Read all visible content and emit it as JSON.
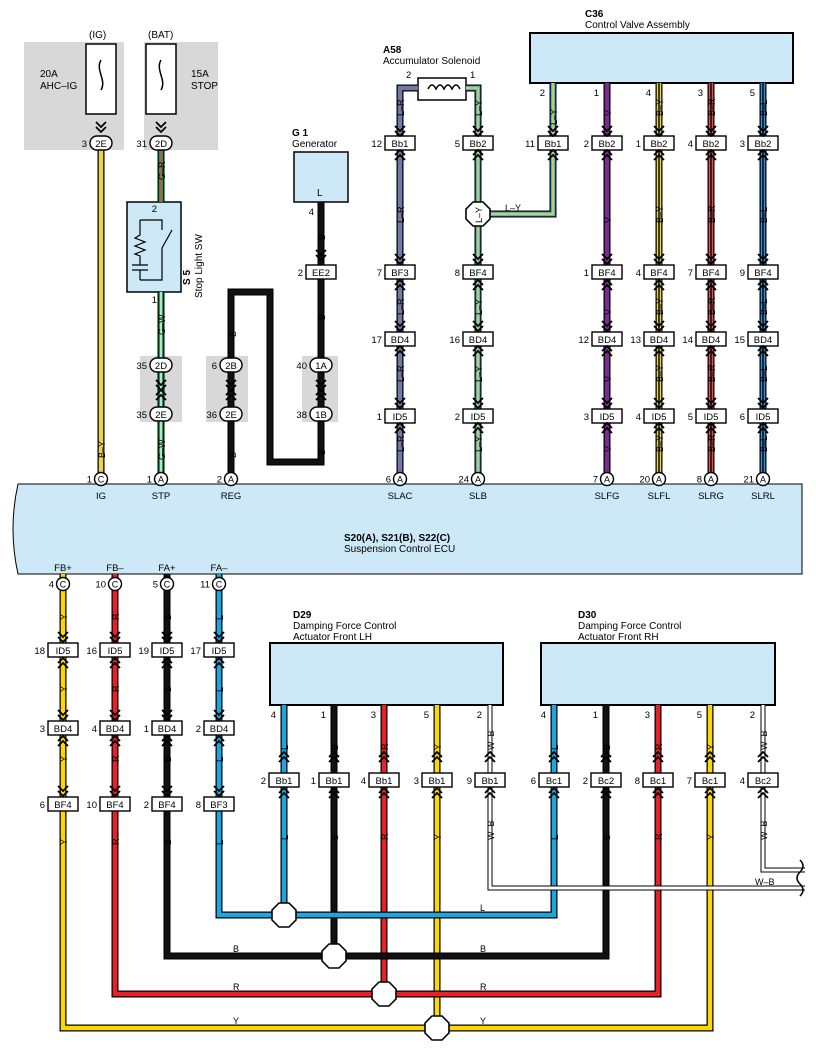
{
  "fuses": [
    {
      "id": "fuse-ig",
      "supply": "(IG)",
      "rating": "20A",
      "name": "AHC–IG",
      "pin": "3",
      "conn": "2E",
      "wire": "B–Y"
    },
    {
      "id": "fuse-bat",
      "supply": "(BAT)",
      "rating": "15A",
      "name": "STOP",
      "pin": "31",
      "conn": "2D",
      "wire": "G–R"
    }
  ],
  "components": {
    "c36": {
      "code": "C36",
      "name": "Control Valve Assembly"
    },
    "a58": {
      "code": "A58",
      "name": "Accumulator Solenoid"
    },
    "g1": {
      "code": "G 1",
      "name": "Generator",
      "terminal": "L"
    },
    "s5": {
      "code": "S 5",
      "name": "Stop Light SW"
    },
    "ecu": {
      "code": "S20(A), S21(B), S22(C)",
      "name": "Suspension Control ECU"
    },
    "d29": {
      "code": "D29",
      "name1": "Damping Force Control",
      "name2": "Actuator Front LH"
    },
    "d30": {
      "code": "D30",
      "name1": "Damping Force Control",
      "name2": "Actuator Front RH"
    }
  },
  "ecu_top_pins": [
    {
      "pin": "1",
      "conn": "C",
      "name": "IG"
    },
    {
      "pin": "1",
      "conn": "A",
      "name": "STP"
    },
    {
      "pin": "2",
      "conn": "A",
      "name": "REG"
    },
    {
      "pin": "6",
      "conn": "A",
      "name": "SLAC"
    },
    {
      "pin": "24",
      "conn": "A",
      "name": "SLB"
    },
    {
      "pin": "7",
      "conn": "A",
      "name": "SLFG"
    },
    {
      "pin": "20",
      "conn": "A",
      "name": "SLFL"
    },
    {
      "pin": "8",
      "conn": "A",
      "name": "SLRG"
    },
    {
      "pin": "21",
      "conn": "A",
      "name": "SLRL"
    }
  ],
  "ecu_bottom_pins": [
    {
      "pin": "4",
      "conn": "C",
      "name": "FB+"
    },
    {
      "pin": "10",
      "conn": "C",
      "name": "FB–"
    },
    {
      "pin": "5",
      "conn": "C",
      "name": "FA+"
    },
    {
      "pin": "11",
      "conn": "C",
      "name": "FA–"
    }
  ],
  "top_connectors": [
    {
      "pin": "12",
      "name": "Bb1"
    },
    {
      "pin": "5",
      "name": "Bb2"
    },
    {
      "pin": "11",
      "name": "Bb1"
    },
    {
      "pin": "2",
      "name": "Bb2"
    },
    {
      "pin": "1",
      "name": "Bb2"
    },
    {
      "pin": "4",
      "name": "Bb2"
    },
    {
      "pin": "3",
      "name": "Bb2"
    },
    {
      "pin": "2",
      "name": "EE2"
    },
    {
      "pin": "7",
      "name": "BF3"
    },
    {
      "pin": "8",
      "name": "BF4"
    },
    {
      "pin": "1",
      "name": "BF4"
    },
    {
      "pin": "4",
      "name": "BF4"
    },
    {
      "pin": "7",
      "name": "BF4"
    },
    {
      "pin": "9",
      "name": "BF4"
    },
    {
      "pin": "17",
      "name": "BD4"
    },
    {
      "pin": "16",
      "name": "BD4"
    },
    {
      "pin": "12",
      "name": "BD4"
    },
    {
      "pin": "13",
      "name": "BD4"
    },
    {
      "pin": "14",
      "name": "BD4"
    },
    {
      "pin": "15",
      "name": "BD4"
    },
    {
      "pin": "1",
      "name": "ID5"
    },
    {
      "pin": "2",
      "name": "ID5"
    },
    {
      "pin": "3",
      "name": "ID5"
    },
    {
      "pin": "4",
      "name": "ID5"
    },
    {
      "pin": "5",
      "name": "ID5"
    },
    {
      "pin": "6",
      "name": "ID5"
    }
  ],
  "junction_connectors": [
    {
      "pin": "35",
      "name": "2D"
    },
    {
      "pin": "35",
      "name": "2E"
    },
    {
      "pin": "6",
      "name": "2B"
    },
    {
      "pin": "36",
      "name": "2E"
    },
    {
      "pin": "40",
      "name": "1A"
    },
    {
      "pin": "38",
      "name": "1B"
    }
  ],
  "bottom_connectors": [
    {
      "pin": "18",
      "name": "ID5"
    },
    {
      "pin": "16",
      "name": "ID5"
    },
    {
      "pin": "19",
      "name": "ID5"
    },
    {
      "pin": "17",
      "name": "ID5"
    },
    {
      "pin": "3",
      "name": "BD4"
    },
    {
      "pin": "4",
      "name": "BD4"
    },
    {
      "pin": "1",
      "name": "BD4"
    },
    {
      "pin": "2",
      "name": "BD4"
    },
    {
      "pin": "6",
      "name": "BF4"
    },
    {
      "pin": "10",
      "name": "BF4"
    },
    {
      "pin": "2",
      "name": "BF4"
    },
    {
      "pin": "8",
      "name": "BF3"
    },
    {
      "pin": "2",
      "name": "Bb1"
    },
    {
      "pin": "1",
      "name": "Bb1"
    },
    {
      "pin": "4",
      "name": "Bb1"
    },
    {
      "pin": "3",
      "name": "Bb1"
    },
    {
      "pin": "9",
      "name": "Bb1"
    },
    {
      "pin": "6",
      "name": "Bc1"
    },
    {
      "pin": "2",
      "name": "Bc2"
    },
    {
      "pin": "8",
      "name": "Bc1"
    },
    {
      "pin": "7",
      "name": "Bc1"
    },
    {
      "pin": "4",
      "name": "Bc2"
    }
  ],
  "pin_numbers": {
    "a58": [
      "2",
      "1"
    ],
    "c36": [
      "2",
      "1",
      "4",
      "3",
      "5"
    ],
    "g1": [
      "4"
    ],
    "s5": [
      "2",
      "1"
    ],
    "d29": [
      "4",
      "1",
      "3",
      "5",
      "2"
    ],
    "d30": [
      "4",
      "1",
      "3",
      "5",
      "2"
    ]
  },
  "wire_colors": {
    "B–Y": "#e8d44d",
    "G–R": "#1a9e4a",
    "G–W": "#1a9e4a",
    "B": "#111111",
    "L–R": "#3a8fd8",
    "L–Y": "#4fb0e8",
    "V": "#7b2d8e",
    "B–R": "#e05050",
    "B–L": "#3a8fd8",
    "Y": "#ffd700",
    "R": "#e8202a",
    "L": "#1aa7e0",
    "W–B": "#ffffff"
  },
  "wire_labels": [
    "B–Y",
    "G–R",
    "G–W",
    "B",
    "L–R",
    "L–Y",
    "V",
    "B–Y",
    "B–R",
    "B–L",
    "Y",
    "R",
    "L",
    "W–B"
  ]
}
